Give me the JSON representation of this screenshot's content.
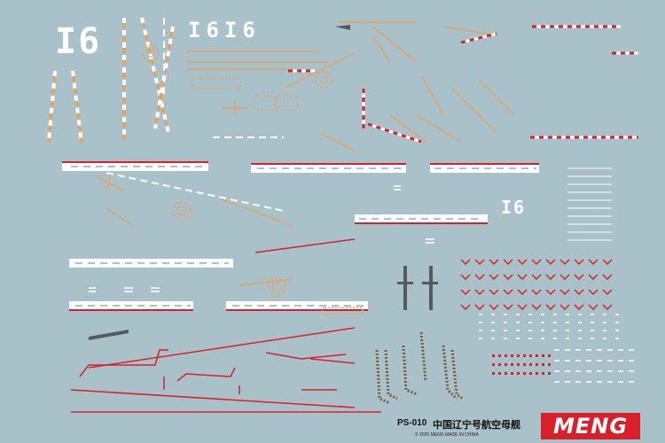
{
  "hull_numbers": {
    "large_vertical": "I6",
    "top_row": "I6I6",
    "mid_right": "I6"
  },
  "footer": {
    "product_code": "PS-010",
    "product_name": "中国辽宁号航空母舰",
    "copyright": "© 2025 MENG  MADE IN CHINA",
    "brand": "MENG"
  },
  "colors": {
    "sheet": "#a9c2c9",
    "white": "#ffffff",
    "orange": "#e0a466",
    "red": "#d8202a",
    "brown": "#7a5a3a",
    "dark_grey": "#555a5c"
  }
}
